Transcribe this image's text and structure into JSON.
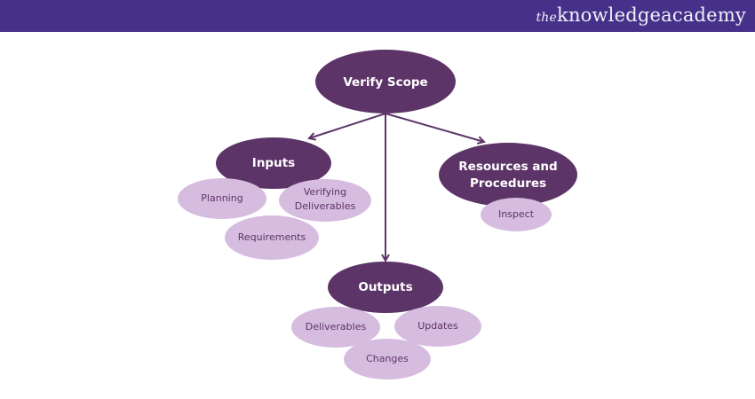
{
  "header": {
    "logo_prefix": "the",
    "logo_main": "knowledgeacademy"
  },
  "colors": {
    "header": "#46318a",
    "dark_node": "#5d3468",
    "light_node": "#d6bcdf"
  },
  "diagram": {
    "root": "Verify Scope",
    "inputs": {
      "title": "Inputs",
      "items": [
        "Planning",
        "Verifying",
        "Deliverables",
        "Requirements"
      ]
    },
    "resources": {
      "title_line1": "Resources and",
      "title_line2": "Procedures",
      "items": [
        "Inspect"
      ]
    },
    "outputs": {
      "title": "Outputs",
      "items": [
        "Deliverables",
        "Updates",
        "Changes"
      ]
    }
  }
}
